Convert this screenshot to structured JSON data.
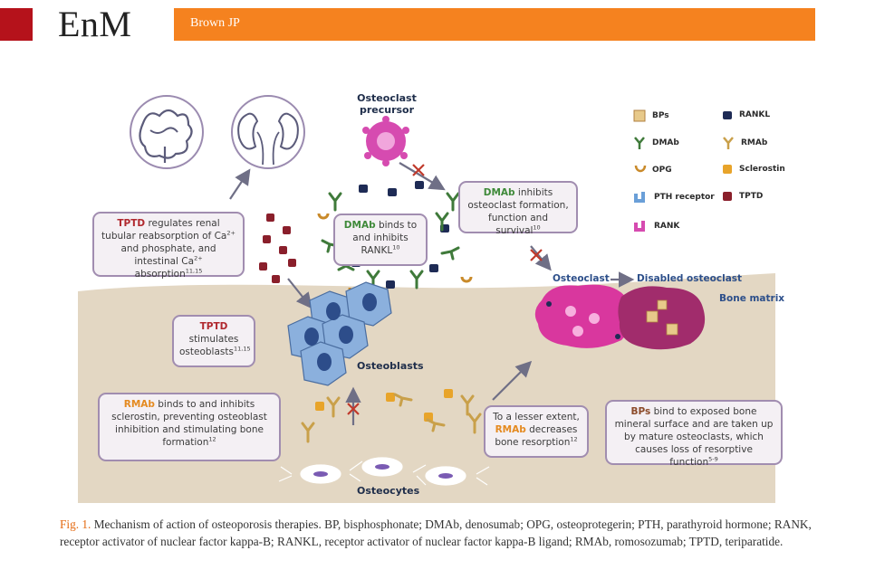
{
  "header": {
    "journal": "EnM",
    "author": "Brown JP",
    "accent_red": "#b5121b",
    "accent_orange": "#f5821f"
  },
  "figure": {
    "labels": {
      "osteoclast_precursor": "Osteoclast precursor",
      "osteoclast": "Osteoclast",
      "disabled_osteoclast": "Disabled osteoclast",
      "bone_matrix": "Bone matrix",
      "osteoblasts": "Osteoblasts",
      "osteocytes": "Osteocytes"
    },
    "legend": [
      {
        "key": "bp",
        "label": "BPs",
        "icon": "bp-cube-icon"
      },
      {
        "key": "rankl",
        "label": "RANKL",
        "icon": "rankl-icon"
      },
      {
        "key": "dmab",
        "label": "DMAb",
        "icon": "dmab-antibody-icon"
      },
      {
        "key": "rmab",
        "label": "RMAb",
        "icon": "rmab-antibody-icon"
      },
      {
        "key": "opg",
        "label": "OPG",
        "icon": "opg-crescent-icon"
      },
      {
        "key": "sclerostin",
        "label": "Sclerostin",
        "icon": "sclerostin-icon"
      },
      {
        "key": "pth",
        "label": "PTH receptor",
        "icon": "pth-receptor-icon"
      },
      {
        "key": "tptd",
        "label": "TPTD",
        "icon": "tptd-icon"
      },
      {
        "key": "rank",
        "label": "RANK",
        "icon": "rank-receptor-icon"
      }
    ],
    "boxes": {
      "tptd_renal": {
        "drug": "TPTD",
        "text": "regulates renal tubular reabsorption of Ca",
        "text2": " and phosphate, and intestinal Ca",
        "text3": " absorption",
        "sup1": "2+",
        "sup2": "2+",
        "ref": "11,15"
      },
      "dmab_binds": {
        "drug": "DMAb",
        "text": "binds to and inhibits RANKL",
        "ref": "10"
      },
      "dmab_inhibits": {
        "drug": "DMAb",
        "text": "inhibits osteoclast formation, function and survival",
        "ref": "10"
      },
      "tptd_stimulates": {
        "drug": "TPTD",
        "text": "stimulates osteoblasts",
        "ref": "11,15"
      },
      "rmab_binds": {
        "drug": "RMAb",
        "text": "binds to and inhibits sclerostin, preventing osteoblast inhibition and stimulating bone formation",
        "ref": "12"
      },
      "rmab_lesser": {
        "pre": "To a lesser extent,",
        "drug": "RMAb",
        "text": "decreases bone resorption",
        "ref": "12"
      },
      "bps_bind": {
        "drug": "BPs",
        "text": "bind to exposed bone mineral surface and are taken up by mature osteoclasts, which causes loss of resorptive function",
        "ref": "5-9"
      }
    }
  },
  "caption": {
    "fig_num": "Fig. 1.",
    "text": "Mechanism of action of osteoporosis therapies. BP, bisphosphonate; DMAb, denosumab; OPG, osteoprotegerin; PTH, parathyroid hormone; RANK, receptor activator of nuclear factor kappa-B; RANKL, receptor activator of nuclear factor kappa-B ligand; RMAb, romosozumab; TPTD, teriparatide."
  }
}
